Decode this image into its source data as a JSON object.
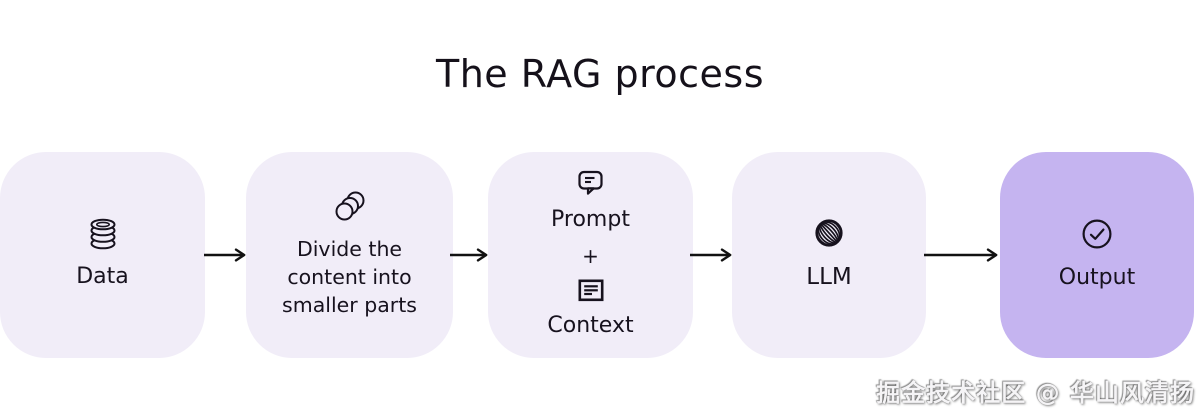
{
  "title": "The RAG process",
  "steps": [
    {
      "label": "Data",
      "icon": "database-icon",
      "highlighted": false
    },
    {
      "label": "Divide the content into smaller parts",
      "icon": "slices-icon",
      "highlighted": false
    },
    {
      "top_label": "Prompt",
      "connector_label": "+",
      "bottom_label": "Context",
      "icon_top": "chat-bubble-icon",
      "icon_bottom": "document-icon",
      "highlighted": false
    },
    {
      "label": "LLM",
      "icon": "sphere-icon",
      "highlighted": false
    },
    {
      "label": "Output",
      "icon": "check-circle-icon",
      "highlighted": true
    }
  ],
  "arrows": {
    "count": 4,
    "direction": "right"
  },
  "watermark": "掘金技术社区 @ 华山风清扬",
  "colors": {
    "page_bg": "#ffffff",
    "step_bg": "#f1edf8",
    "highlight_step_bg": "#c5b4f0",
    "ink": "#17121e",
    "arrow": "#121212",
    "watermark_text": "#f5f4f6"
  }
}
